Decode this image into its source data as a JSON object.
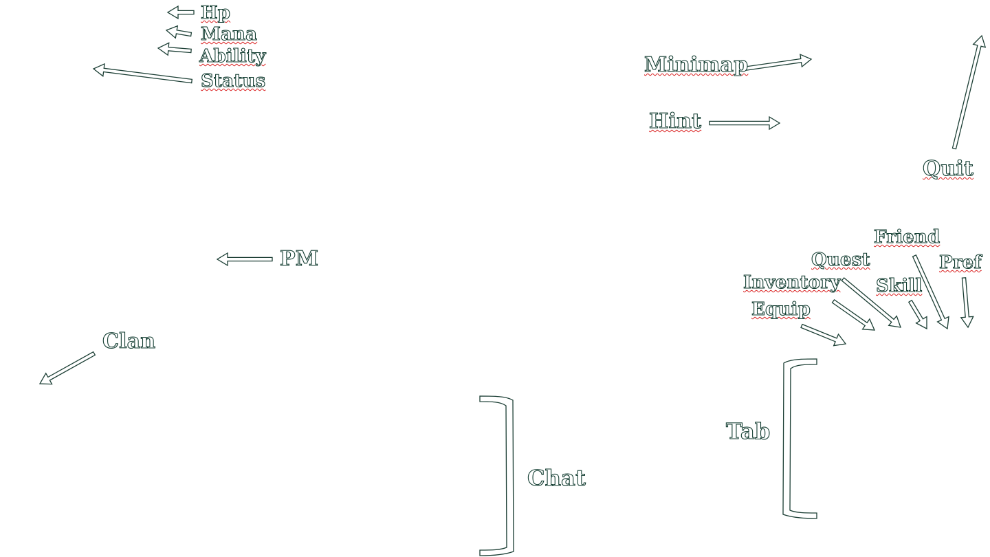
{
  "labels": {
    "hp": "Hp",
    "mana": "Mana",
    "ability": "Ability",
    "status": "Status",
    "minimap": "Minimap",
    "hint": "Hint",
    "quit": "Quit",
    "pm": "PM",
    "clan": "Clan",
    "friend": "Friend",
    "quest": "Quest",
    "pref": "Pref",
    "inventory": "Inventory",
    "skill": "Skill",
    "equip": "Equip",
    "tab": "Tab",
    "chat": "Chat"
  },
  "colors": {
    "outline": "#0f3a2e",
    "fill": "#ffffff",
    "spellcheck_underline": "#d92020"
  }
}
